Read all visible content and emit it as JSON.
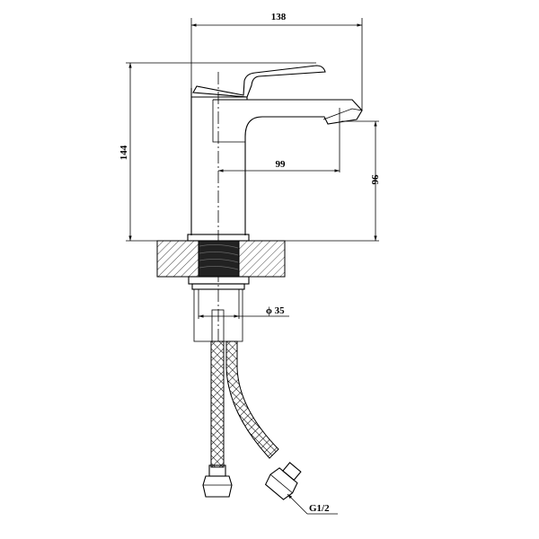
{
  "dimensions": {
    "width_total": "138",
    "height_total": "144",
    "spout_reach": "99",
    "spout_height": "96",
    "mount_diameter": "ϕ 35",
    "connection": "G1/2"
  }
}
